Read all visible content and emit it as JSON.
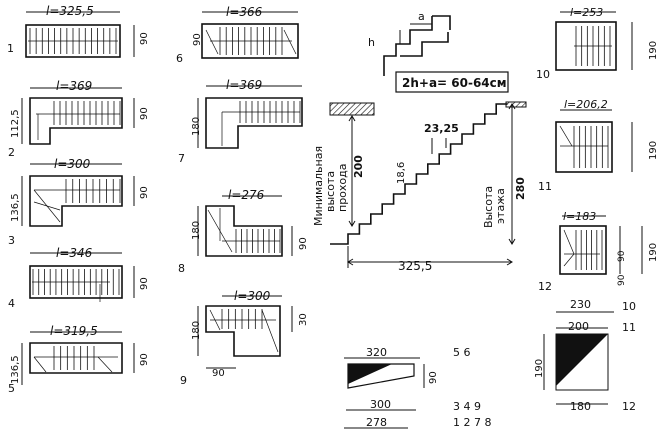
{
  "plans": [
    {
      "id": "1",
      "length": "l=325,5",
      "width": "90"
    },
    {
      "id": "2",
      "length": "l=369",
      "width": "90",
      "side": "112,5"
    },
    {
      "id": "3",
      "length": "l=300",
      "width": "90",
      "side": "136,5"
    },
    {
      "id": "4",
      "length": "l=346",
      "width": "90"
    },
    {
      "id": "5",
      "length": "l=319,5",
      "width": "90",
      "side": "136,5"
    },
    {
      "id": "6",
      "length": "l=366",
      "width": "90"
    },
    {
      "id": "7",
      "length": "l=369",
      "side": "180"
    },
    {
      "id": "8",
      "length": "l=276",
      "side": "180",
      "width": "90"
    },
    {
      "id": "9",
      "length": "l=300",
      "side": "180",
      "width": "90",
      "right": "30"
    },
    {
      "id": "10",
      "length": "l=253",
      "side": "190"
    },
    {
      "id": "11",
      "length": "l=206,2",
      "side": "190"
    },
    {
      "id": "12",
      "length": "l=183",
      "side": "190",
      "width_a": "90",
      "width_b": "90"
    }
  ],
  "formula": {
    "rise": "h",
    "run": "a",
    "equation": "2h+a= 60-64см"
  },
  "section": {
    "headroom_label": "Минимальная высота прохода",
    "headroom_value": "200",
    "floor_label": "Высота этажа",
    "floor_value": "280",
    "tread_value": "23,25",
    "riser_value": "18,6",
    "span_value": "325,5"
  },
  "opening_small": {
    "top": "320",
    "height": "90",
    "bottom_a": "300",
    "bottom_b": "278",
    "groups": [
      "5 6",
      "3 4 9",
      "1 2 7 8"
    ]
  },
  "opening_large": {
    "dim_top_1": "230",
    "dim_top_2": "200",
    "height": "190",
    "bottom": "180",
    "ids_top_1": "10",
    "ids_top_2": "11",
    "ids_bottom": "12"
  }
}
